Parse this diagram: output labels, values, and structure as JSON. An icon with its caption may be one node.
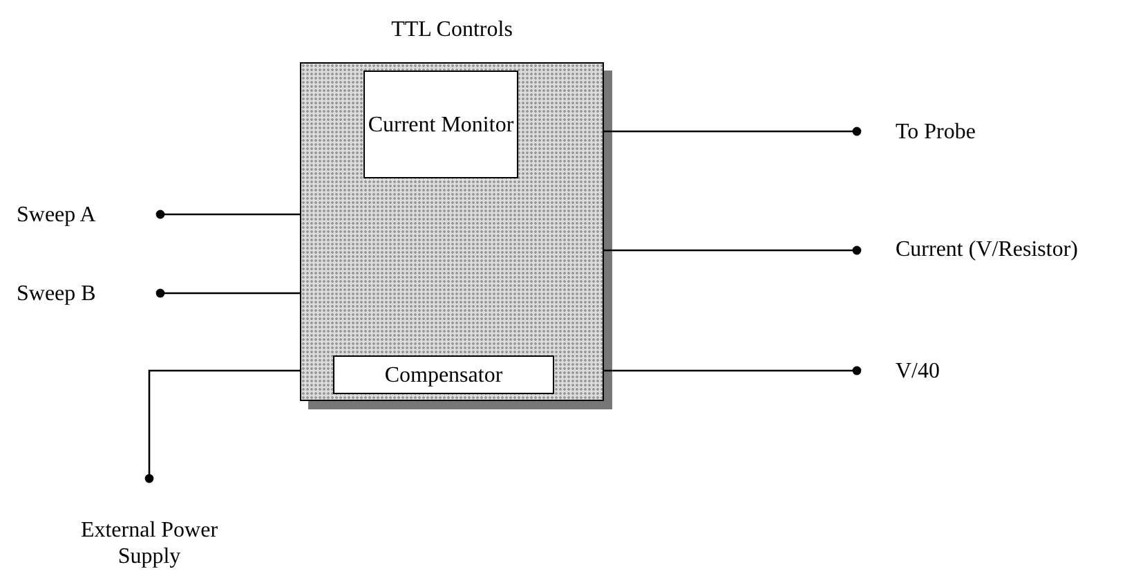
{
  "diagram": {
    "nodes": [
      {
        "text": [
          "TTL Controls"
        ]
      },
      {
        "text": [
          "Current Monitor"
        ],
        "in": 0
      },
      {
        "text": [
          "Compensator"
        ],
        "in": 0
      },
      {
        "text": [
          "Sweep A"
        ]
      },
      {
        "text": [
          "Sweep B"
        ]
      },
      {
        "text": [
          "External Power Supply"
        ]
      },
      {
        "text": [
          "To Probe"
        ]
      },
      {
        "text": [
          "Current (V/Resistor)"
        ]
      },
      {
        "text": [
          "V/40"
        ]
      }
    ],
    "edges": [
      {
        "from": 3,
        "to": 0,
        "arrow": "other"
      },
      {
        "from": 4,
        "to": 0,
        "arrow": "other"
      },
      {
        "from": 5,
        "to": 0,
        "arrow": "other"
      },
      {
        "from": 6,
        "to": 0,
        "arrow": "other"
      },
      {
        "from": 7,
        "to": 0,
        "arrow": "other"
      },
      {
        "from": 8,
        "to": 0,
        "arrow": "other"
      }
    ]
  }
}
